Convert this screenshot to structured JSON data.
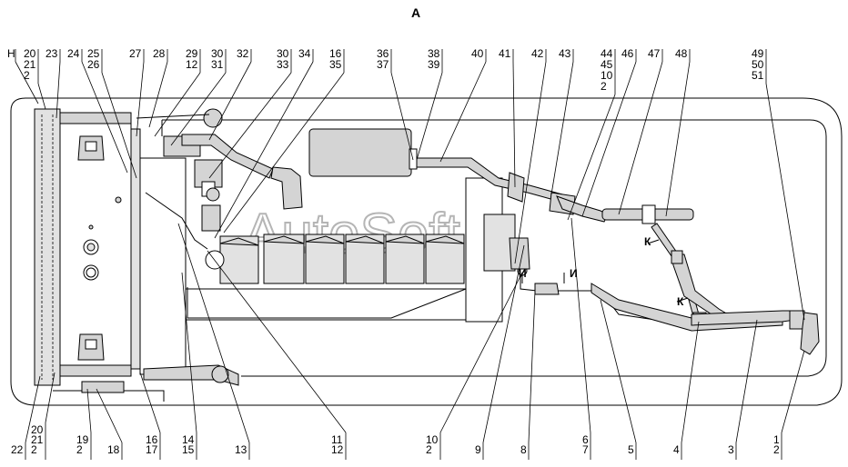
{
  "view_title": "A",
  "watermark": "AutoSoft",
  "section_letters": {
    "k1": "К",
    "k2": "К",
    "i1": "И",
    "i2": "И"
  },
  "labels_top": [
    [
      "H"
    ],
    [
      "20",
      "21",
      "2"
    ],
    [
      "23"
    ],
    [
      "24"
    ],
    [
      "25",
      "26"
    ],
    [
      "27"
    ],
    [
      "28"
    ],
    [
      "29",
      "12"
    ],
    [
      "30",
      "31"
    ],
    [
      "32"
    ],
    [
      "30",
      "33"
    ],
    [
      "34"
    ],
    [
      "16",
      "35"
    ],
    [
      "36",
      "37"
    ],
    [
      "38",
      "39"
    ],
    [
      "40"
    ],
    [
      "41"
    ],
    [
      "42"
    ],
    [
      "43"
    ],
    [
      "44",
      "45",
      "10",
      "2"
    ],
    [
      "46"
    ],
    [
      "47"
    ],
    [
      "48"
    ],
    [
      "49",
      "50",
      "51"
    ]
  ],
  "labels_bottom": [
    [
      "22"
    ],
    [
      "20",
      "21",
      "2"
    ],
    [
      "19",
      "2"
    ],
    [
      "18"
    ],
    [
      "16",
      "17"
    ],
    [
      "14",
      "15"
    ],
    [
      "13"
    ],
    [
      "11",
      "12"
    ],
    [
      "10",
      "2"
    ],
    [
      "9"
    ],
    [
      "8"
    ],
    [
      "6",
      "7"
    ],
    [
      "5"
    ],
    [
      "4"
    ],
    [
      "3"
    ],
    [
      "1",
      "2"
    ]
  ]
}
